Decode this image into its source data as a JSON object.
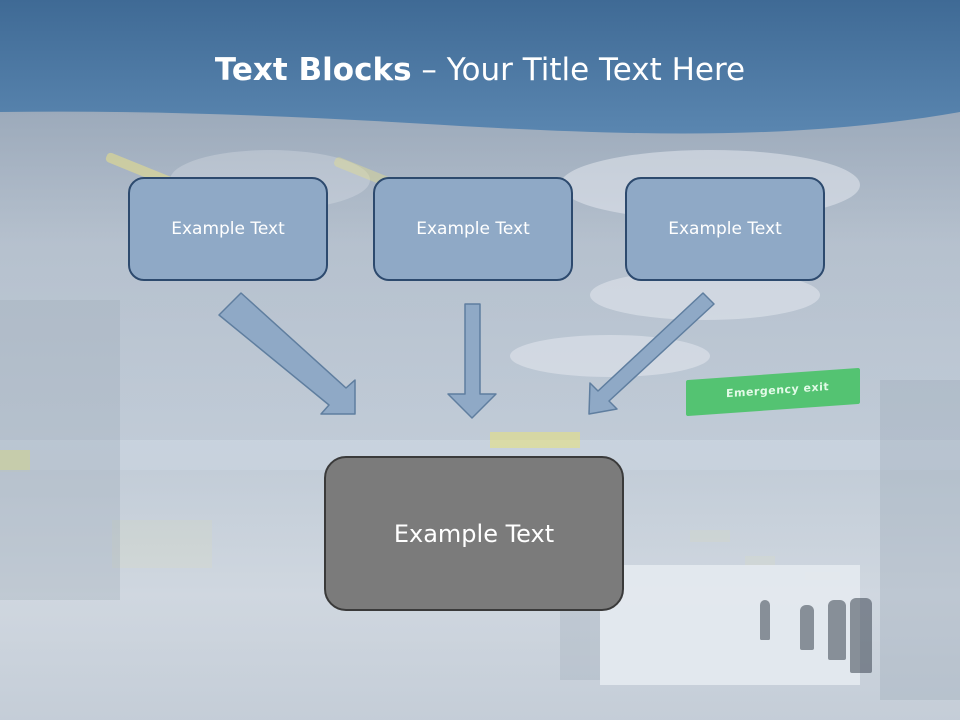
{
  "slide": {
    "title_bold": "Text Blocks",
    "title_dash": " – ",
    "title_rest": "Your Title Text Here",
    "top_boxes": [
      {
        "label": "Example Text"
      },
      {
        "label": "Example Text"
      },
      {
        "label": "Example Text"
      }
    ],
    "bottom_box": {
      "label": "Example Text"
    },
    "background_sign": "Emergency exit"
  },
  "colors": {
    "header_blue": "#4c79a3",
    "small_box_fill": "#8fa9c6",
    "small_box_border": "#2d4a6e",
    "big_box_fill": "#7b7b7b",
    "arrow_fill": "#8fa9c6"
  }
}
